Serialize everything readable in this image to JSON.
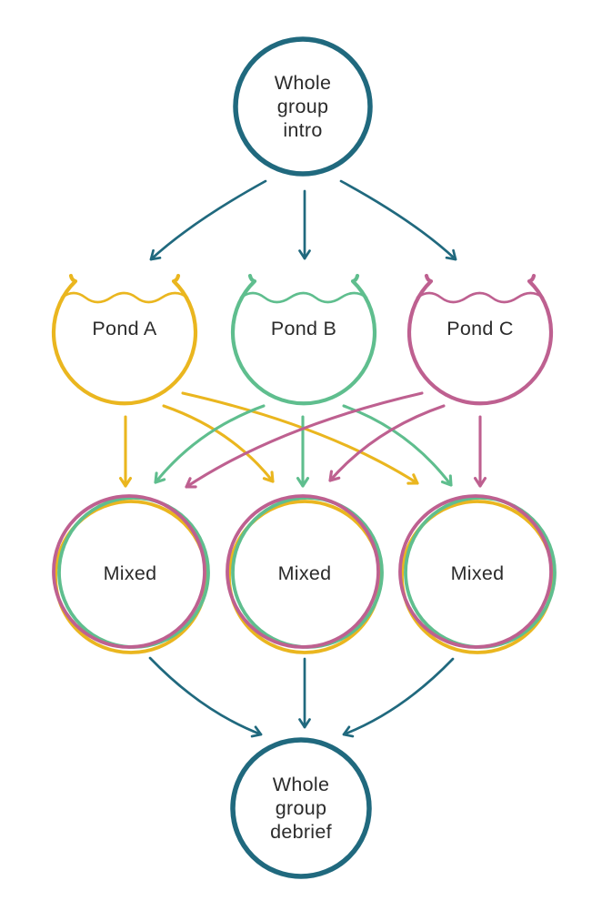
{
  "background": "#ffffff",
  "colors": {
    "teal": "#20697e",
    "yellow": "#eab61f",
    "green": "#5fbe8e",
    "pink": "#be6090",
    "text": "#2b2b2b"
  },
  "nodes": {
    "intro": {
      "label": "Whole group intro",
      "shape": "circle"
    },
    "pond_a": {
      "label": "Pond A",
      "shape": "fishbowl",
      "color": "#eab61f"
    },
    "pond_b": {
      "label": "Pond B",
      "shape": "fishbowl",
      "color": "#5fbe8e"
    },
    "pond_c": {
      "label": "Pond C",
      "shape": "fishbowl",
      "color": "#be6090"
    },
    "mixed_1": {
      "label": "Mixed",
      "shape": "tri-ring"
    },
    "mixed_2": {
      "label": "Mixed",
      "shape": "tri-ring"
    },
    "mixed_3": {
      "label": "Mixed",
      "shape": "tri-ring"
    },
    "debrief": {
      "label": "Whole group debrief",
      "shape": "circle"
    }
  },
  "edges": [
    {
      "from": "intro",
      "to": "pond_a",
      "color": "teal"
    },
    {
      "from": "intro",
      "to": "pond_b",
      "color": "teal"
    },
    {
      "from": "intro",
      "to": "pond_c",
      "color": "teal"
    },
    {
      "from": "pond_a",
      "to": "mixed_1",
      "color": "yellow"
    },
    {
      "from": "pond_a",
      "to": "mixed_2",
      "color": "yellow"
    },
    {
      "from": "pond_a",
      "to": "mixed_3",
      "color": "yellow"
    },
    {
      "from": "pond_b",
      "to": "mixed_1",
      "color": "green"
    },
    {
      "from": "pond_b",
      "to": "mixed_2",
      "color": "green"
    },
    {
      "from": "pond_b",
      "to": "mixed_3",
      "color": "green"
    },
    {
      "from": "pond_c",
      "to": "mixed_1",
      "color": "pink"
    },
    {
      "from": "pond_c",
      "to": "mixed_2",
      "color": "pink"
    },
    {
      "from": "pond_c",
      "to": "mixed_3",
      "color": "pink"
    },
    {
      "from": "mixed_1",
      "to": "debrief",
      "color": "teal"
    },
    {
      "from": "mixed_2",
      "to": "debrief",
      "color": "teal"
    },
    {
      "from": "mixed_3",
      "to": "debrief",
      "color": "teal"
    }
  ]
}
